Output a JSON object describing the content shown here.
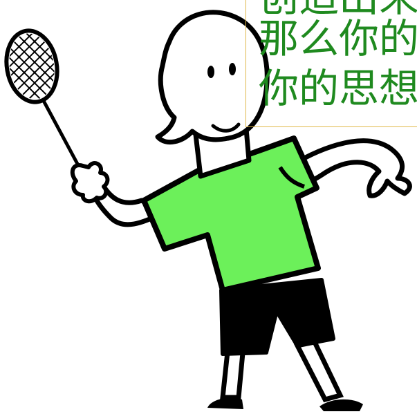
{
  "slide": {
    "text_lines": [
      "创造出来",
      "那么你的",
      "你的思想"
    ]
  },
  "colors": {
    "text": "#1f8a1f",
    "textbox_border": "#e0b84a",
    "shirt": "#6cf05a",
    "shorts": "#000000",
    "outline": "#000000",
    "background": "#ffffff"
  }
}
